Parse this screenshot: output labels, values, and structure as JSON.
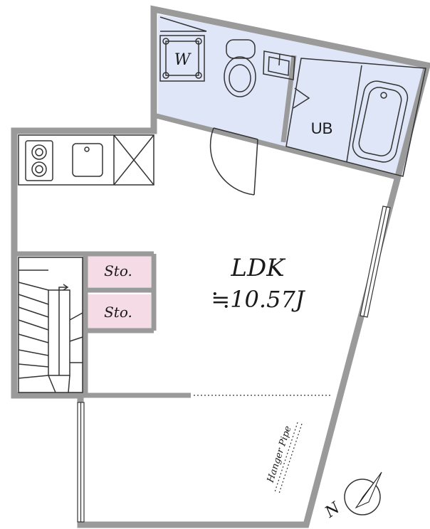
{
  "colors": {
    "wall": "#9a9a9a",
    "wall_stroke": "#555555",
    "wet_area": "#dfe6f7",
    "storage": "#f5dbe6",
    "line": "#333333",
    "background": "#ffffff"
  },
  "rooms": {
    "ldk_label": "LDK",
    "ldk_area": "≒10.57J",
    "unit_bath": "UB",
    "washer": "W",
    "storage_1": "Sto.",
    "storage_2": "Sto.",
    "hanger_pipe": "Hanger Pipe"
  },
  "compass": {
    "north_label": "N"
  },
  "icons": {
    "compass": "compass-icon",
    "toilet": "toilet-icon",
    "bathtub": "bathtub-icon",
    "stove": "stove-icon",
    "kitchen_sink": "kitchen-sink-icon",
    "wash_basin": "wash-basin-icon",
    "washing_machine": "washing-machine-icon",
    "stairs": "stairs-icon"
  }
}
